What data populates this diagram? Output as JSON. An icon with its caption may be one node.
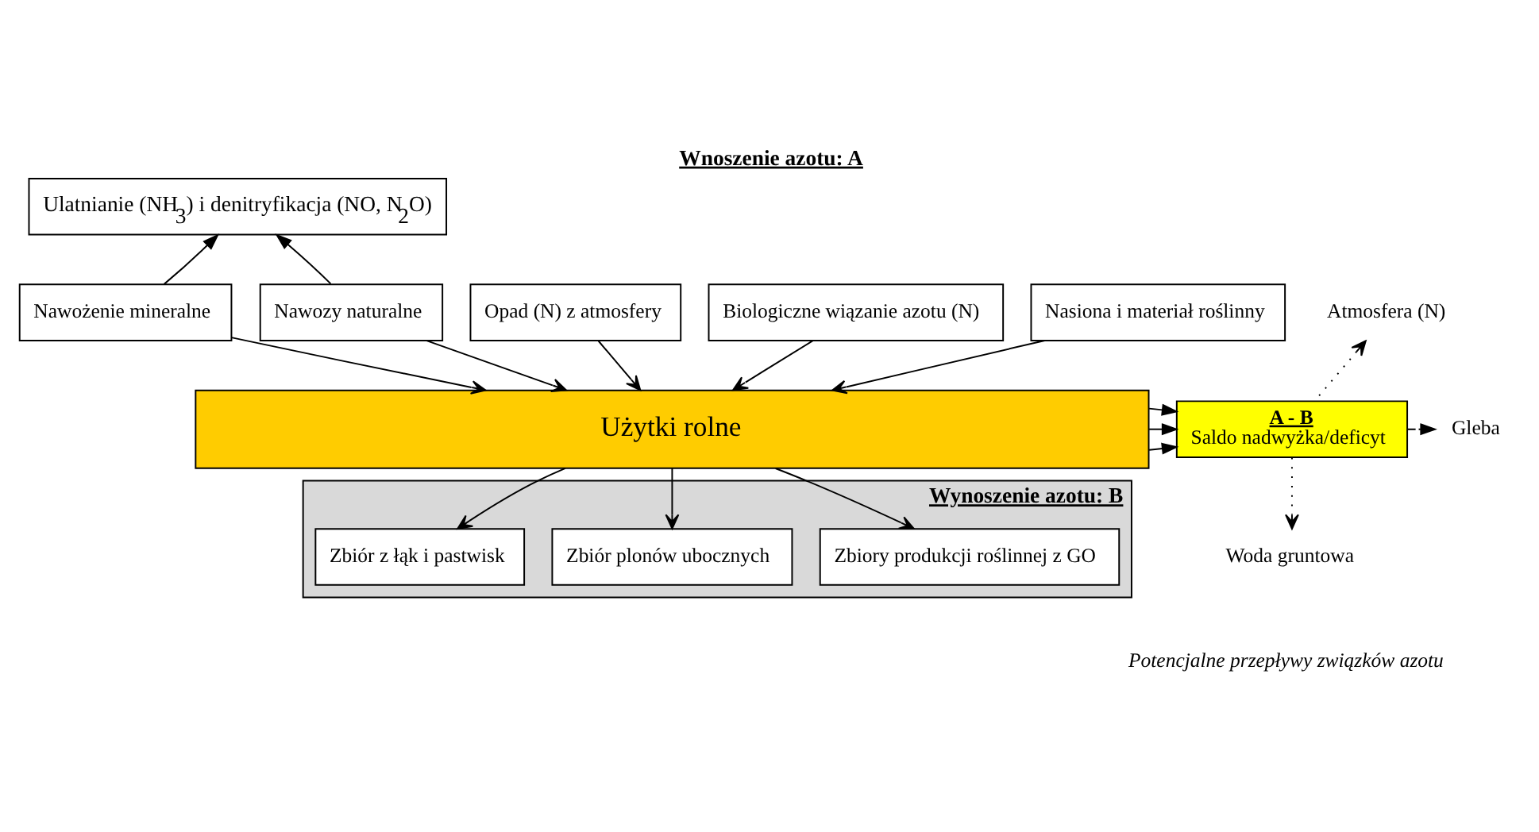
{
  "diagram": {
    "title": "Wnoszenie azotu: A",
    "nodes": [
      {
        "text": [
          "Ulatnianie (NH$_{3}$) i denitryfikacja (NO, N$_{2}$O)"
        ]
      },
      {
        "text": [
          "Nawożenie mineralne"
        ]
      },
      {
        "text": [
          "Nawozy naturalne"
        ]
      },
      {
        "text": [
          "Opad (N) z atmosfery"
        ]
      },
      {
        "text": [
          "Biologiczne wiązanie azotu (N)"
        ]
      },
      {
        "text": [
          "Nasiona i materiał roślinny"
        ]
      },
      {
        "text": [
          "Atmosfera (N)"
        ]
      },
      {
        "text": [
          "Użytki rolne"
        ]
      },
      {
        "text": [
          "A - B",
          "Saldo nadwyżka/deficyt"
        ]
      },
      {
        "text": [
          "Gleba"
        ]
      },
      {
        "text": [
          "Wynoszenie azotu: B"
        ]
      },
      {
        "text": [
          "Zbiory produkcji roślinnej z GO"
        ],
        "in": 10
      },
      {
        "text": [
          "Zbiór plonów ubocznych"
        ],
        "in": 10
      },
      {
        "text": [
          "Zbiór z łąk i pastwisk"
        ],
        "in": 10
      },
      {
        "text": [
          "Woda gruntowa"
        ]
      }
    ],
    "edges": [
      {
        "from": 1,
        "to": 0,
        "arrow": "to"
      },
      {
        "from": 2,
        "to": 0,
        "arrow": "to"
      },
      {
        "from": 1,
        "to": 7,
        "arrow": "to"
      },
      {
        "from": 2,
        "to": 7,
        "arrow": "to"
      },
      {
        "from": 3,
        "to": 7,
        "arrow": "to"
      },
      {
        "from": 4,
        "to": 7,
        "arrow": "to"
      },
      {
        "from": 5,
        "to": 7,
        "arrow": "to"
      },
      {
        "from": 7,
        "to": 8,
        "arrow": "to"
      },
      {
        "from": 7,
        "to": 8,
        "arrow": "to"
      },
      {
        "from": 7,
        "to": 8,
        "arrow": "to"
      },
      {
        "from": 8,
        "to": 6,
        "arrow": "to",
        "style": "dashed"
      },
      {
        "from": 8,
        "to": 9,
        "arrow": "to",
        "style": "dashed"
      },
      {
        "from": 8,
        "to": 14,
        "arrow": "to",
        "style": "dashed"
      },
      {
        "from": 7,
        "to": 11,
        "arrow": "to"
      },
      {
        "from": 7,
        "to": 12,
        "arrow": "to"
      },
      {
        "from": 7,
        "to": 13,
        "arrow": "to"
      }
    ],
    "labels": [
      "Potencjalne przepływy związków azotu"
    ]
  }
}
